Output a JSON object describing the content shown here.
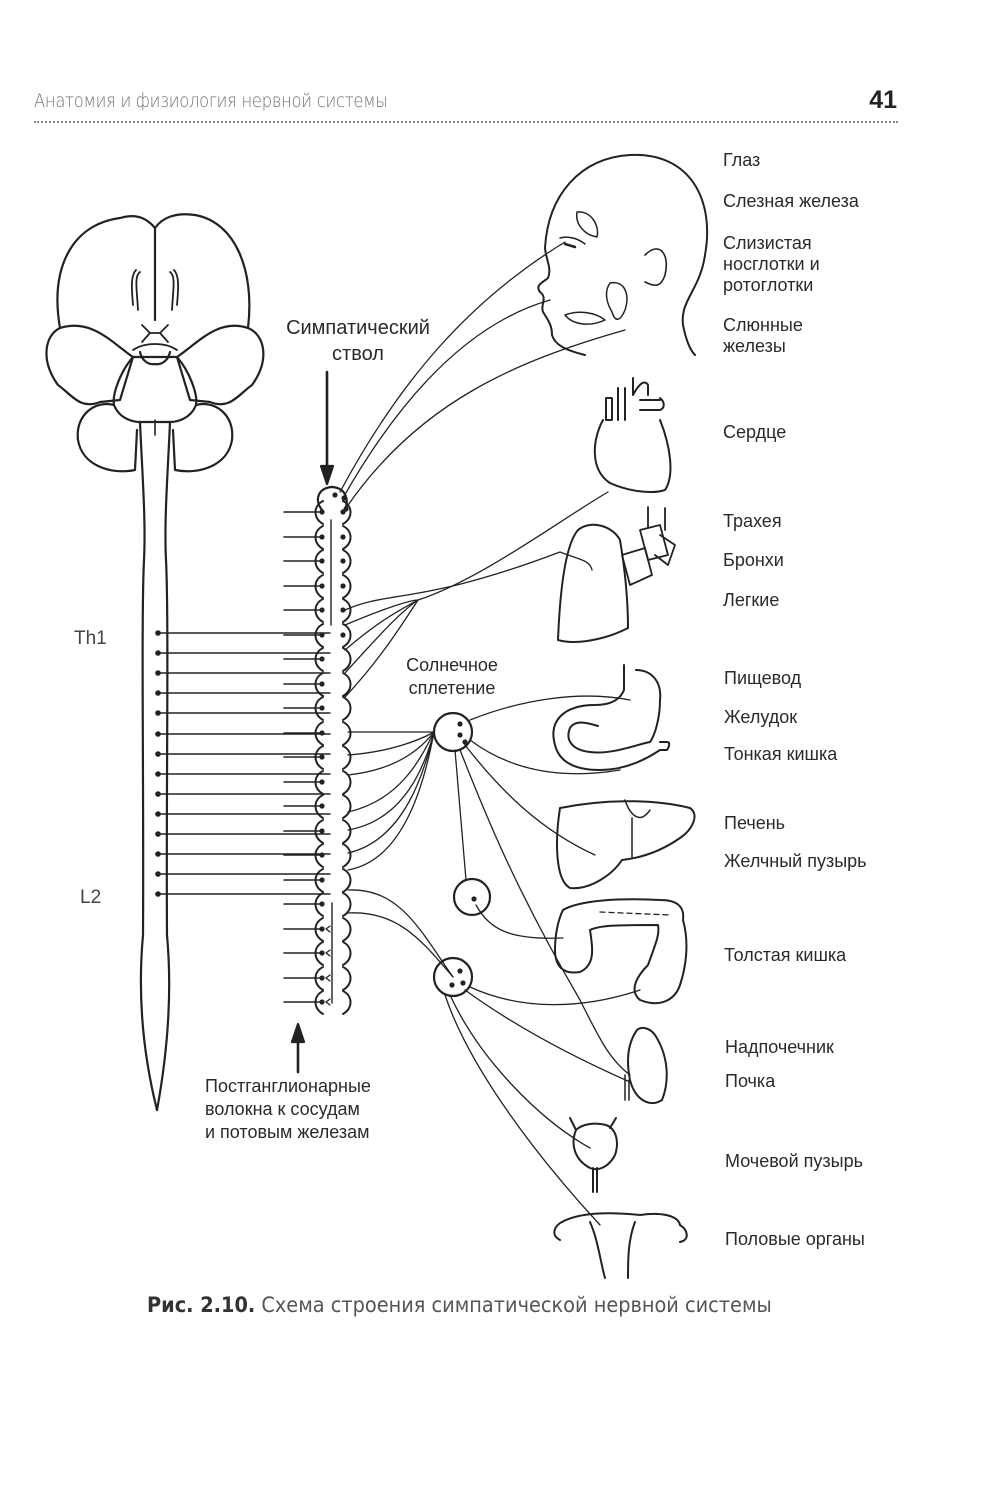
{
  "header": {
    "running_title": "Анатомия и физиология нервной системы",
    "page_number": "41"
  },
  "figure": {
    "caption_prefix": "Рис. 2.10.",
    "caption_text": "Схема строения симпатической нервной системы"
  },
  "annotations": {
    "sympathetic_trunk": [
      "Симпатический",
      "ствол"
    ],
    "solar_plexus": [
      "Солнечное",
      "сплетение"
    ],
    "postganglionic": [
      "Постганглионарные",
      "волокна к сосудам",
      "и потовым железам"
    ],
    "spinal_top": "Th1",
    "spinal_bottom": "L2"
  },
  "organs": [
    {
      "id": "eye",
      "label": "Глаз"
    },
    {
      "id": "lacrimal",
      "label": "Слезная железа"
    },
    {
      "id": "mucosa",
      "label": "Слизистая носглотки и ротоглотки"
    },
    {
      "id": "salivary",
      "label": "Слюнные железы"
    },
    {
      "id": "heart",
      "label": "Сердце"
    },
    {
      "id": "trachea",
      "label": "Трахея"
    },
    {
      "id": "bronchi",
      "label": "Бронхи"
    },
    {
      "id": "lungs",
      "label": "Легкие"
    },
    {
      "id": "esophagus",
      "label": "Пищевод"
    },
    {
      "id": "stomach",
      "label": "Желудок"
    },
    {
      "id": "small_intestine",
      "label": "Тонкая кишка"
    },
    {
      "id": "liver",
      "label": "Печень"
    },
    {
      "id": "gallbladder",
      "label": "Желчный пузырь"
    },
    {
      "id": "large_intestine",
      "label": "Толстая кишка"
    },
    {
      "id": "adrenal",
      "label": "Надпочечник"
    },
    {
      "id": "kidney",
      "label": "Почка"
    },
    {
      "id": "bladder",
      "label": "Мочевой пузырь"
    },
    {
      "id": "genitals",
      "label": "Половые органы"
    }
  ],
  "organ_label_lines": {
    "mucosa": [
      "Слизистая",
      "носглотки и",
      "ротоглотки"
    ],
    "salivary": [
      "Слюнные",
      "железы"
    ]
  }
}
